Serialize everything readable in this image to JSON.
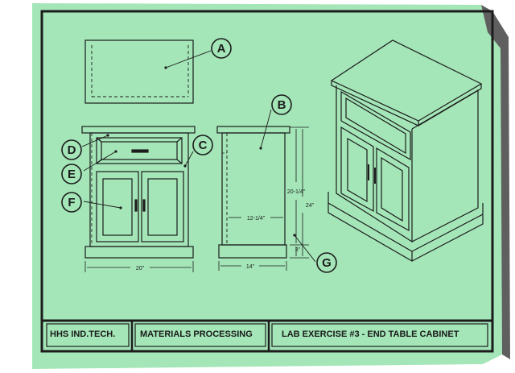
{
  "callouts": [
    {
      "letter": "A"
    },
    {
      "letter": "B"
    },
    {
      "letter": "C"
    },
    {
      "letter": "D"
    },
    {
      "letter": "E"
    },
    {
      "letter": "F"
    },
    {
      "letter": "G"
    }
  ],
  "dimensions": {
    "front_width": "20\"",
    "side_depth": "14\"",
    "inner_depth": "12-1/4\"",
    "carcass_height": "20-1/4\"",
    "total_height": "24\"",
    "base_height": "3\""
  },
  "title_block": {
    "school": "HHS IND.TECH.",
    "course": "MATERIALS PROCESSING",
    "exercise": "LAB EXERCISE #3 - END TABLE  CABINET"
  },
  "colors": {
    "paper": "#a4e6b8",
    "ink": "#1c1c1c",
    "background": "#ffffff"
  }
}
